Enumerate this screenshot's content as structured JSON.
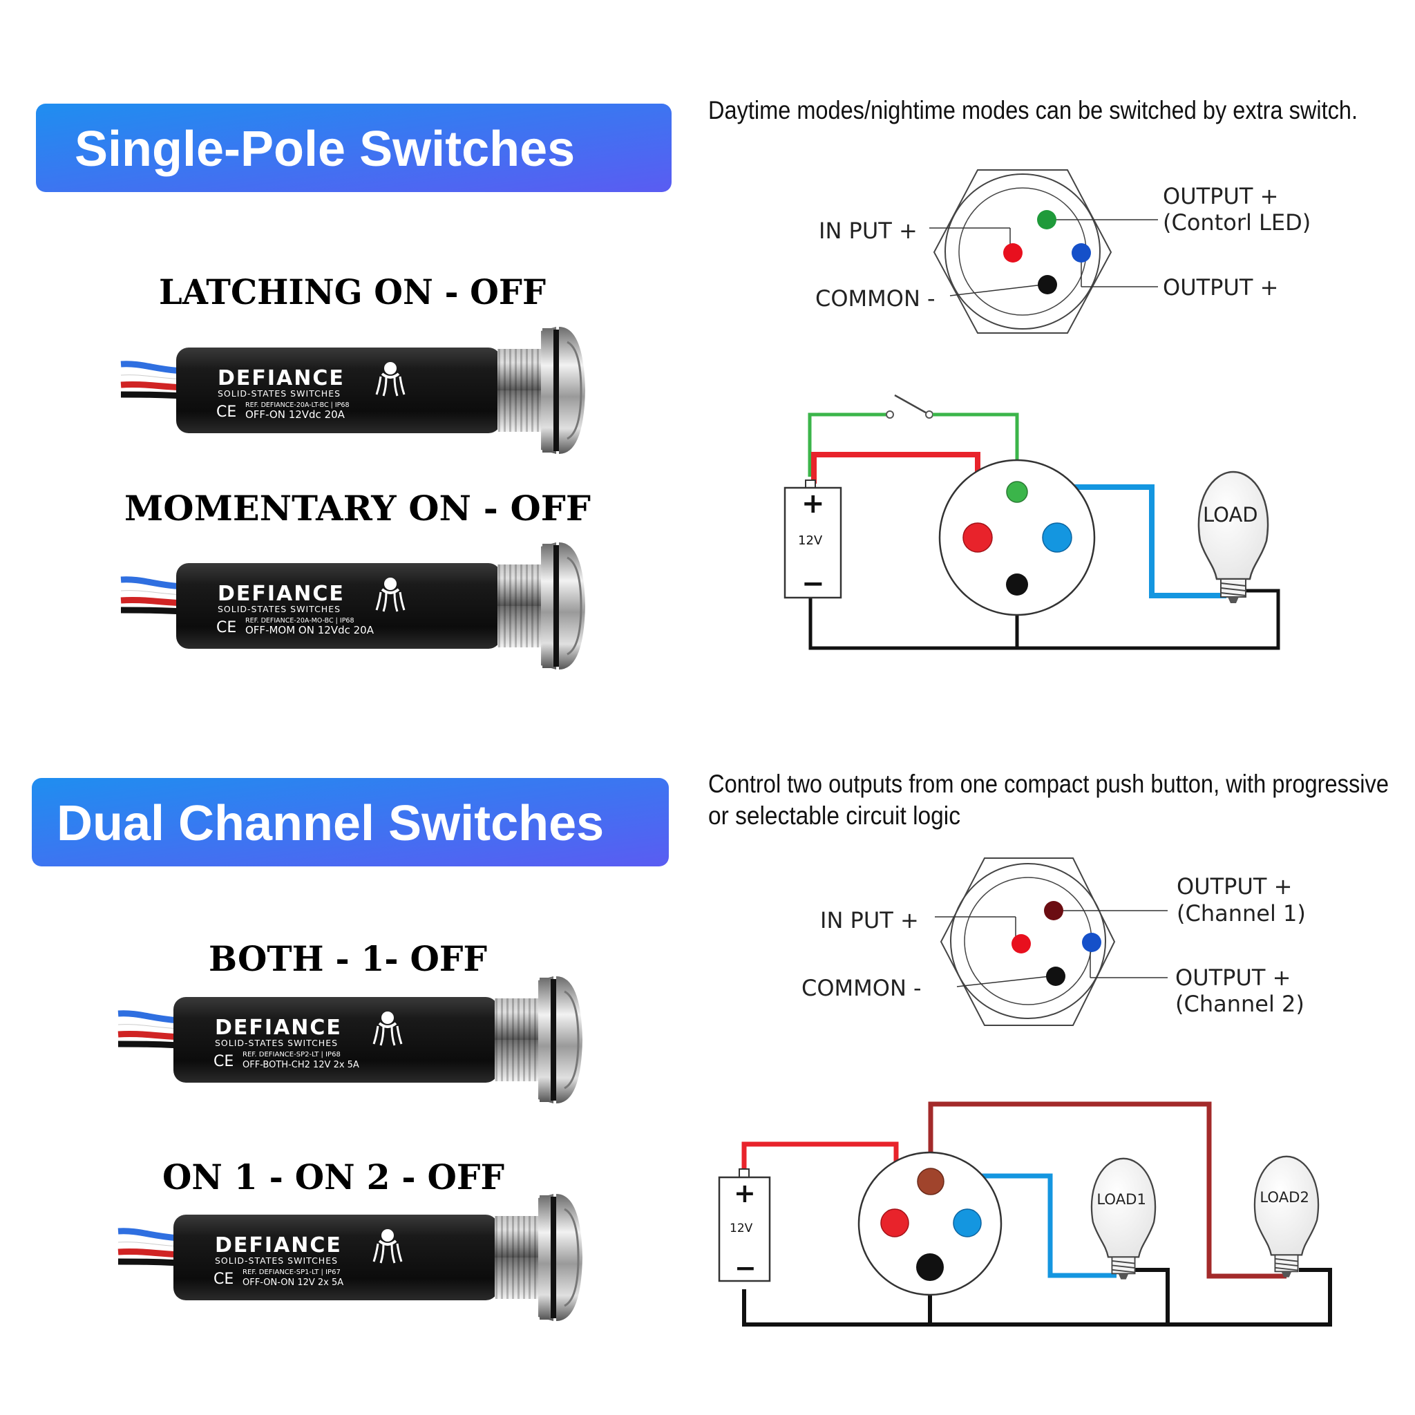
{
  "colors": {
    "banner_start": "#1f8ef0",
    "banner_end": "#5a5cf2",
    "wire_red": "#e8232b",
    "wire_green": "#3bb54a",
    "wire_blue": "#1496e0",
    "wire_darkred": "#a32a2a",
    "wire_black": "#111111",
    "pin_green": "#1f9a3a",
    "pin_blue": "#1550c9",
    "pin_red": "#e8101e",
    "pin_darkred": "#6b0d12",
    "pin_brown": "#a0442c"
  },
  "single_pole": {
    "banner": "Single-Pole Switches",
    "note": "Daytime modes/nightime modes can be switched by extra switch.",
    "products": [
      {
        "mode": "LATCHING  ON - OFF",
        "brand": "DEFIANCE",
        "sub": "SOLID-STATES SWITCHES",
        "ce": "CE",
        "ref": "REF. DEFIANCE-20A-LT-BC | IP68",
        "rating": "OFF-ON 12Vdc 20A"
      },
      {
        "mode": "MOMENTARY ON - OFF",
        "brand": "DEFIANCE",
        "sub": "SOLID-STATES SWITCHES",
        "ce": "CE",
        "ref": "REF. DEFIANCE-20A-MO-BC | IP68",
        "rating": "OFF-MOM ON  12Vdc 20A"
      }
    ],
    "pinout": {
      "input": "IN PUT +",
      "common": "COMMON -",
      "output_top": "OUTPUT +",
      "output_top_sub": "(Contorl LED)",
      "output_right": "OUTPUT +"
    },
    "wiring": {
      "battery_plus": "+",
      "battery_voltage": "12V",
      "battery_minus": "−",
      "load": "LOAD"
    }
  },
  "dual_channel": {
    "banner": "Dual Channel Switches",
    "note_line1": "Control two outputs from one compact push button, with progressive",
    "note_line2": " or selectable circuit logic",
    "products": [
      {
        "mode": "BOTH - 1- OFF",
        "brand": "DEFIANCE",
        "sub": "SOLID-STATES SWITCHES",
        "ce": "CE",
        "ref": "REF. DEFIANCE-SP2-LT | IP68",
        "rating": "OFF-BOTH-CH2  12V 2x 5A"
      },
      {
        "mode": "ON 1 - ON 2 - OFF",
        "brand": "DEFIANCE",
        "sub": "SOLID-STATES SWITCHES",
        "ce": "CE",
        "ref": "REF. DEFIANCE-SP1-LT | IP67",
        "rating": "OFF-ON-ON 12V 2x 5A"
      }
    ],
    "pinout": {
      "input": "IN PUT +",
      "common": "COMMON -",
      "output1": "OUTPUT +",
      "output1_sub": "(Channel 1)",
      "output2": "OUTPUT +",
      "output2_sub": "(Channel 2)"
    },
    "wiring": {
      "battery_plus": "+",
      "battery_voltage": "12V",
      "battery_minus": "−",
      "load1": "LOAD1",
      "load2": "LOAD2"
    }
  }
}
